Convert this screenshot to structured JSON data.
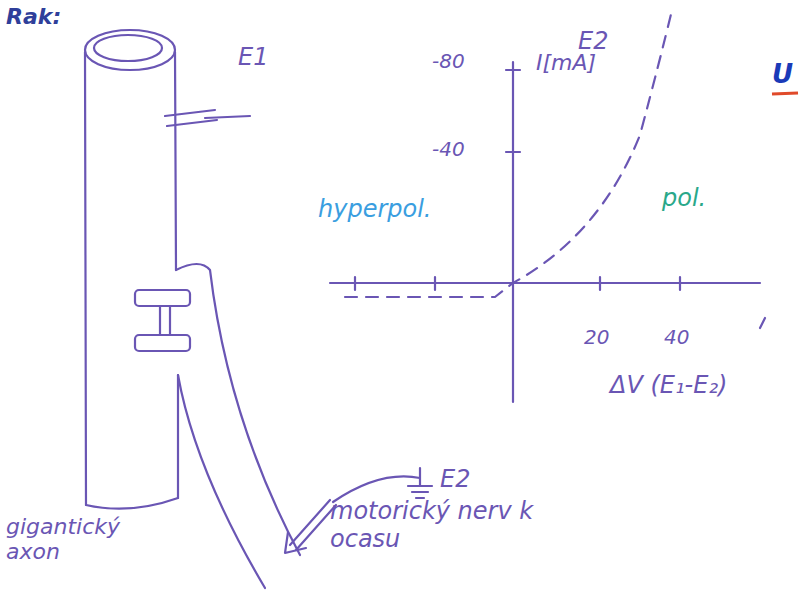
{
  "diagram": {
    "labels": [
      "Rak:",
      "E1",
      "I[mA]",
      "E2",
      "-80",
      "-40",
      "U",
      "hyperpol.",
      "pol.",
      "20",
      "40",
      "ΔV (E₁-E₂)",
      "E2",
      "motorický nerv k ocasu",
      "gigantický axon"
    ]
  }
}
